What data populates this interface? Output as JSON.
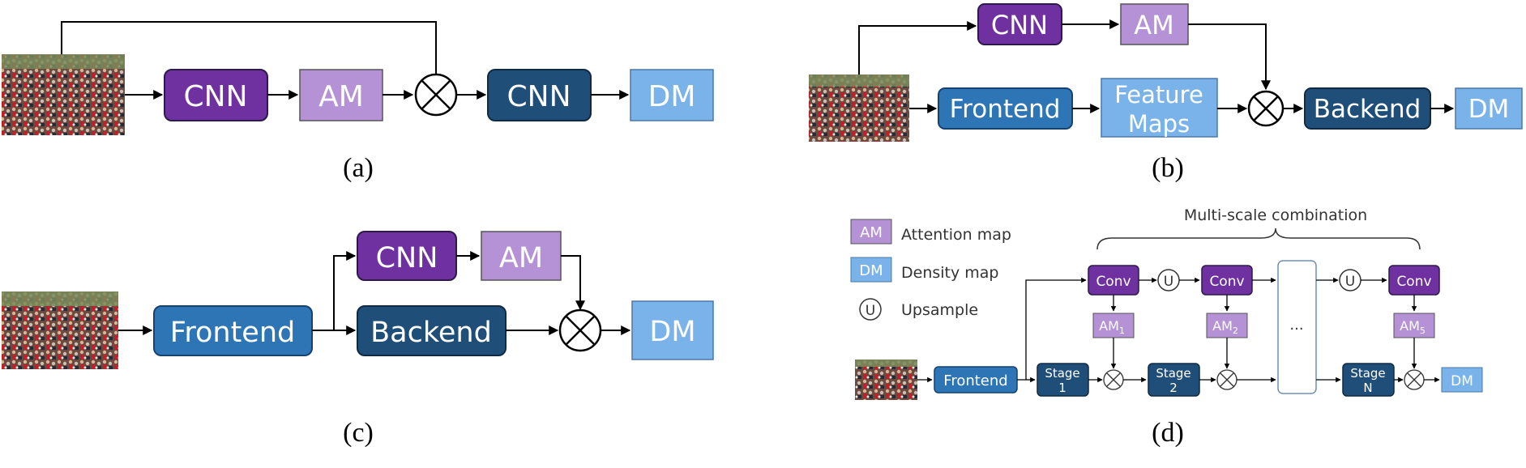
{
  "colors": {
    "cnn_purple": "#6f31a0",
    "am_lilac": "#b591d6",
    "frontend_blue": "#2e75b6",
    "backend_navy": "#1f4e79",
    "dm_lightblue": "#7ab3ea",
    "crowd_image": "#8c5b4e"
  },
  "panel_a": {
    "caption": "(a)",
    "cnn1": "CNN",
    "am": "AM",
    "cnn2": "CNN",
    "dm": "DM"
  },
  "panel_b": {
    "caption": "(b)",
    "cnn": "CNN",
    "am": "AM",
    "frontend": "Frontend",
    "feature_maps_line1": "Feature",
    "feature_maps_line2": "Maps",
    "backend": "Backend",
    "dm": "DM"
  },
  "panel_c": {
    "caption": "(c)",
    "cnn": "CNN",
    "am": "AM",
    "frontend": "Frontend",
    "backend": "Backend",
    "dm": "DM"
  },
  "panel_d": {
    "caption": "(d)",
    "legend": {
      "am_box": "AM",
      "am_text": "Attention map",
      "dm_box": "DM",
      "dm_text": "Density map",
      "u_symbol": "U",
      "u_text": "Upsample"
    },
    "multiscale_label": "Multi-scale combination",
    "conv": "Conv",
    "upsample": "U",
    "am1_base": "AM",
    "am1_sub": "1",
    "am2_base": "AM",
    "am2_sub": "2",
    "am5_base": "AM",
    "am5_sub": "5",
    "ellipsis": "...",
    "frontend": "Frontend",
    "stage1_line1": "Stage",
    "stage1_line2": "1",
    "stage2_line1": "Stage",
    "stage2_line2": "2",
    "stageN_line1": "Stage",
    "stageN_line2": "N",
    "dm": "DM"
  }
}
